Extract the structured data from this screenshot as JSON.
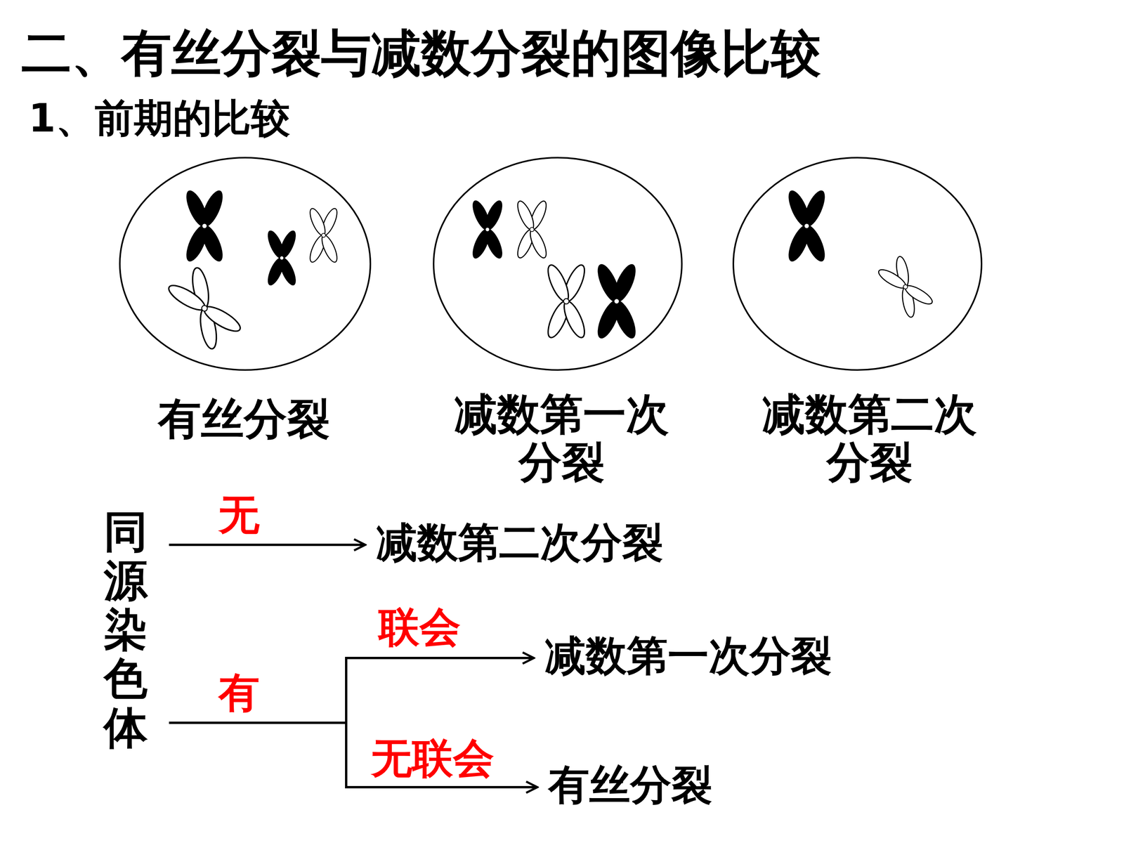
{
  "diagram": {
    "title": "二、有丝分裂与减数分裂的图像比较",
    "nodes": [
      {
        "text": [
          "同源染色体"
        ]
      },
      {
        "text": [
          "减数第二次分裂"
        ]
      },
      {
        "text": [
          "减数第一次分裂"
        ]
      },
      {
        "text": [
          "有丝分裂"
        ]
      }
    ],
    "edges": [
      {
        "from": 0,
        "to": 1,
        "arrow": "to",
        "label": "无"
      },
      {
        "from": 0,
        "to": 2,
        "arrow": "to",
        "label": "联会"
      },
      {
        "from": 0,
        "to": 3,
        "arrow": "to",
        "label": "无联会"
      }
    ],
    "labels": [
      "1、前期的比较",
      "有丝分裂",
      "减数第一次 分裂",
      "减数第二次 分裂",
      "有"
    ]
  }
}
